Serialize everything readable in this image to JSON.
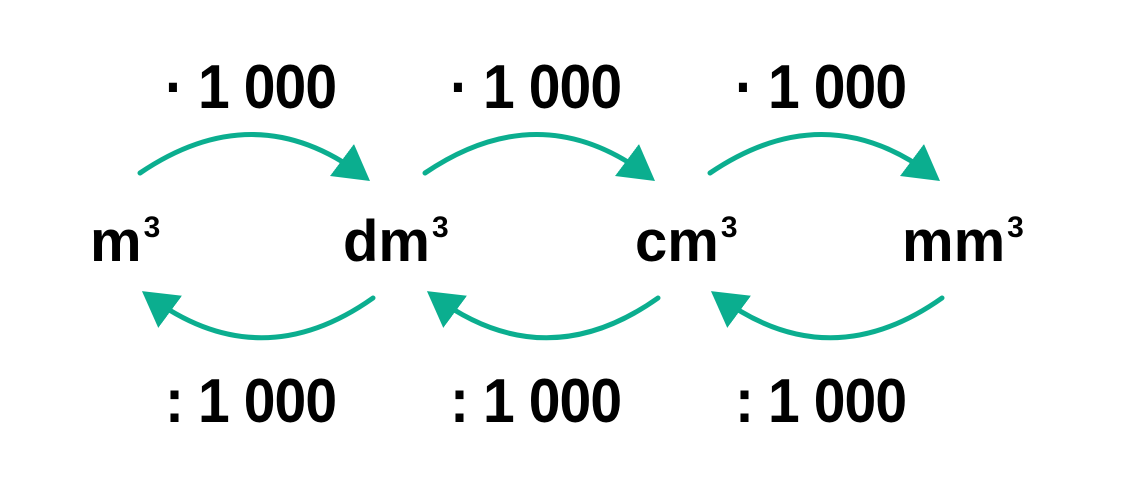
{
  "units": [
    {
      "base": "m",
      "exp": "3"
    },
    {
      "base": "dm",
      "exp": "3"
    },
    {
      "base": "cm",
      "exp": "3"
    },
    {
      "base": "mm",
      "exp": "3"
    }
  ],
  "multiply_labels": [
    "· 1 000",
    "· 1 000",
    "· 1 000"
  ],
  "divide_labels": [
    ": 1 000",
    ": 1 000",
    ": 1 000"
  ],
  "colors": {
    "arrow": "#0BAE8F",
    "text": "#000000"
  }
}
